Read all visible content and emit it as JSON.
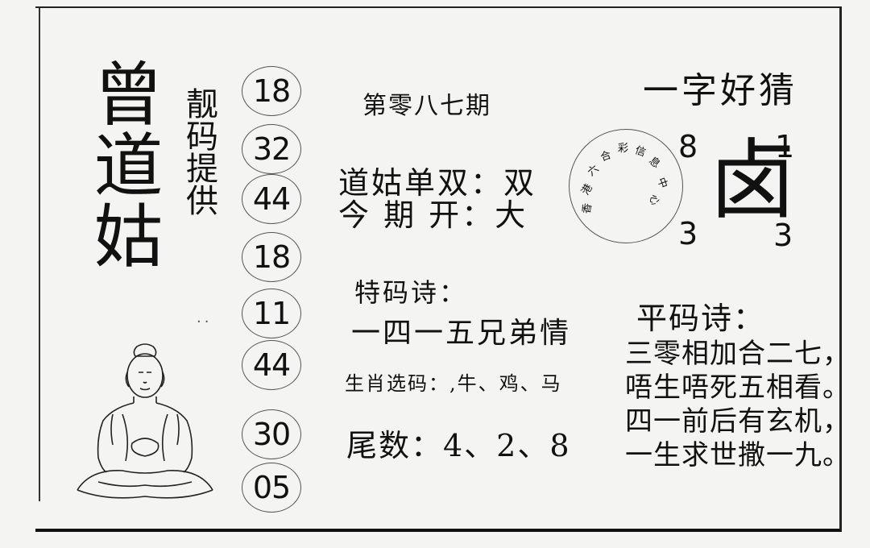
{
  "title": "曾道姑",
  "subtitle": "靓码提供",
  "dots": "..",
  "numbers": [
    "18",
    "32",
    "44",
    "18",
    "11",
    "44",
    "30",
    "05"
  ],
  "issue": "第零八七期",
  "guess_title": "一字好猜",
  "single_double": {
    "label": "道姑单双：",
    "value": "双"
  },
  "this_period": {
    "label": "今 期 开：",
    "value": "大"
  },
  "stamp_text": "香港六合彩信息中心",
  "corner_numbers": {
    "top_left": "8",
    "top_right": "1",
    "bottom_left": "3",
    "bottom_right": "3"
  },
  "big_char": "卤",
  "special_poem": {
    "title": "特码诗：",
    "line": "一四一五兄弟情"
  },
  "zodiac": "生肖选码：,牛、鸡、马",
  "tail": "尾数：4、2、8",
  "flat_poem": {
    "title": "平码诗：",
    "lines": [
      "三零相加合二七，",
      "唔生唔死五相看。",
      "四一前后有玄机，",
      "一生求世撒一九。"
    ]
  }
}
